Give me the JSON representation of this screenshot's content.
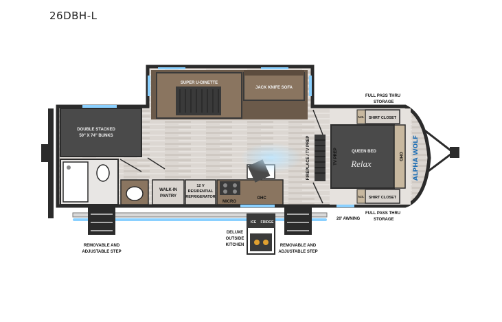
{
  "model": "26DBH-L",
  "labels": {
    "super_u_dinette": "SUPER U-DINETTE",
    "jack_knife_sofa": "JACK KNIFE SOFA",
    "bunks_line1": "DOUBLE STACKED",
    "bunks_line2": "50\" X 74\" BUNKS",
    "walk_in_line1": "WALK-IN",
    "walk_in_line2": "PANTRY",
    "fridge_line1": "12 V",
    "fridge_line2": "RESIDENTIAL",
    "fridge_line3": "REFRIGERATOR",
    "micro": "MICRO",
    "ohc": "OHC",
    "fireplace": "FIREPLACE / TV PREP",
    "tv_prep": "TV PREP",
    "queen_bed": "QUEEN BED",
    "relax": "Relax",
    "ohd": "OHD",
    "ns_top": "N.S.",
    "ns_bottom": "N.S.",
    "shirt_closet_top": "SHIRT CLOSET",
    "shirt_closet_bottom": "SHIRT CLOSET",
    "full_pass_top_1": "FULL PASS THRU",
    "full_pass_top_2": "STORAGE",
    "full_pass_bottom_1": "FULL PASS THRU",
    "full_pass_bottom_2": "STORAGE",
    "awning": "20' AWNING",
    "ice": "ICE",
    "fridge_small": "FRIDGE",
    "kitchen_line1": "DELUXE",
    "kitchen_line2": "OUTSIDE",
    "kitchen_line3": "KITCHEN",
    "step_left_1": "REMOVABLE AND",
    "step_left_2": "ADJUSTABLE STEP",
    "step_right_1": "REMOVABLE AND",
    "step_right_2": "ADJUSTABLE STEP",
    "brand": "ALPHA WOLF"
  },
  "colors": {
    "wall": "#2b2b2b",
    "cabinet": "#8a7560",
    "bed": "#4a4a4a",
    "floor": "#d9d4cf",
    "led": "#8ad0ff"
  }
}
